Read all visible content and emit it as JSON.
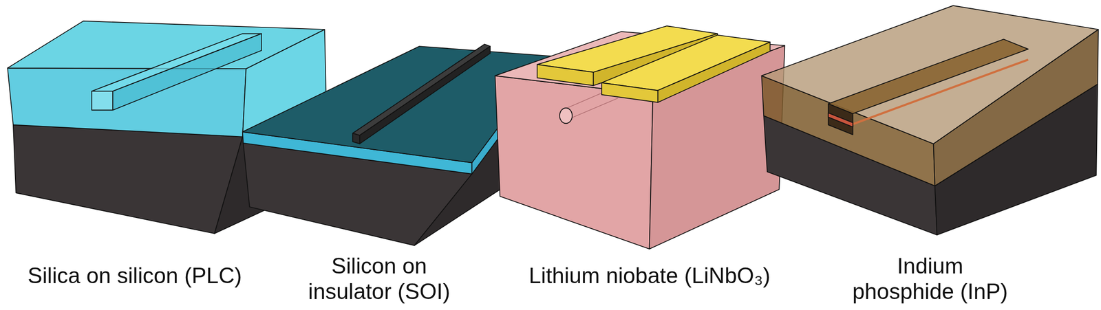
{
  "diagram": {
    "labels": [
      "Silica on silicon (PLC)",
      "Silicon on insulator (SOI)",
      "Lithium niobate (LiNbO₃)",
      "Indium phosphide (InP)"
    ]
  }
}
